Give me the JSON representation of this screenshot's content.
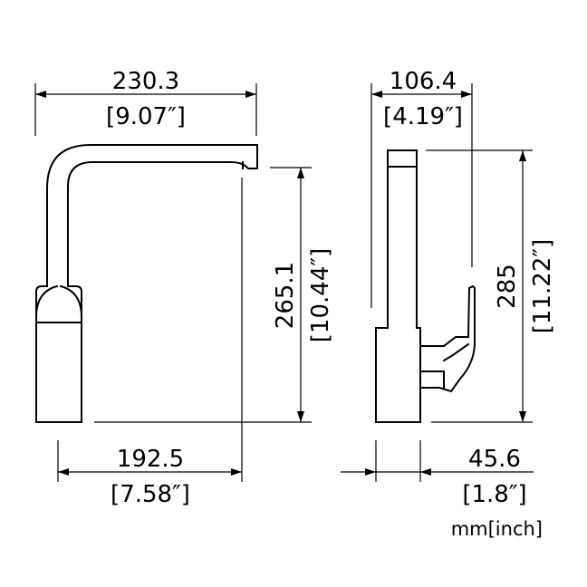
{
  "front_view": {
    "width": {
      "mm": "230.3",
      "inch": "[9.07″]"
    },
    "spout_reach": {
      "mm": "192.5",
      "inch": "[7.58″]"
    },
    "spout_height": {
      "mm": "265.1",
      "inch": "[10.44″]"
    }
  },
  "side_view": {
    "depth": {
      "mm": "106.4",
      "inch": "[4.19″]"
    },
    "height": {
      "mm": "285",
      "inch": "[11.22″]"
    },
    "base_offset": {
      "mm": "45.6",
      "inch": "[1.8″]"
    }
  },
  "units_note": "mm[inch]"
}
